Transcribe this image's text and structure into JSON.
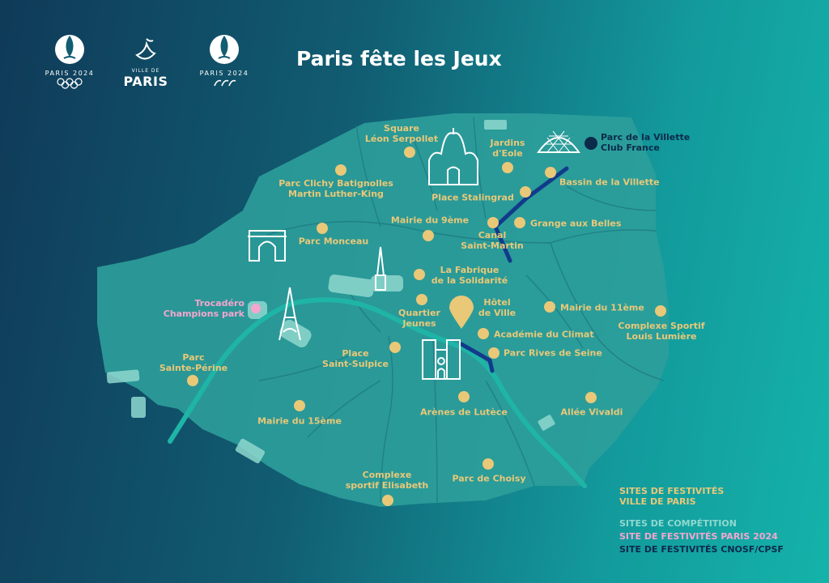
{
  "title": "Paris fête les Jeux",
  "logos": {
    "olympic": "PARIS 2024",
    "ville_top": "VILLE DE",
    "ville_name": "PARIS",
    "paralympic": "PARIS 2024"
  },
  "colors": {
    "festivites_ville": "#e9c878",
    "competition": "#8fd9cf",
    "festivites_paris2024": "#f4a6cf",
    "cnosf": "#0c2a4a",
    "seine": "#1fb5a6",
    "canal": "#123a8a"
  },
  "map": {
    "sites_ville": [
      {
        "label": "Square\nLéon Serpollet"
      },
      {
        "label": "Jardins\nd'Eole"
      },
      {
        "label": "Parc Clichy Batignolles\nMartin Luther-King"
      },
      {
        "label": "Place Stalingrad"
      },
      {
        "label": "Bassin de la Villette"
      },
      {
        "label": "Mairie du 9ème"
      },
      {
        "label": "Grange aux Belles"
      },
      {
        "label": "Canal\nSaint-Martin"
      },
      {
        "label": "Parc Monceau"
      },
      {
        "label": "La Fabrique\nde la Solidarité"
      },
      {
        "label": "Quartier\nJeunes"
      },
      {
        "label": "Hôtel\nde Ville"
      },
      {
        "label": "Mairie du 11ème"
      },
      {
        "label": "Complexe Sportif\nLouis Lumière"
      },
      {
        "label": "Académie du Climat"
      },
      {
        "label": "Place\nSaint-Sulpice"
      },
      {
        "label": "Parc Rives de Seine"
      },
      {
        "label": "Parc\nSainte-Périne"
      },
      {
        "label": "Arènes de Lutèce"
      },
      {
        "label": "Allée Vivaldi"
      },
      {
        "label": "Mairie du 15ème"
      },
      {
        "label": "Complexe\nsportif Elisabeth"
      },
      {
        "label": "Parc de Choisy"
      }
    ],
    "site_paris2024": {
      "label": "Trocadéro\nChampions park"
    },
    "site_cnosf": {
      "label": "Parc de la Villette\nClub France"
    },
    "landmark_icons": [
      "sacre-coeur-icon",
      "arc-de-triomphe-icon",
      "obelisk-icon",
      "eiffel-tower-icon",
      "notre-dame-icon",
      "geode-icon",
      "map-pin-icon"
    ]
  },
  "legend": {
    "ville": "SITES DE FESTIVITÉS\nVILLE DE PARIS",
    "competition": "SITES DE COMPÉTITION",
    "paris2024": "SITE DE FESTIVITÉS PARIS 2024",
    "cnosf": "SITE DE FESTIVITÉS CNOSF/CPSF"
  }
}
